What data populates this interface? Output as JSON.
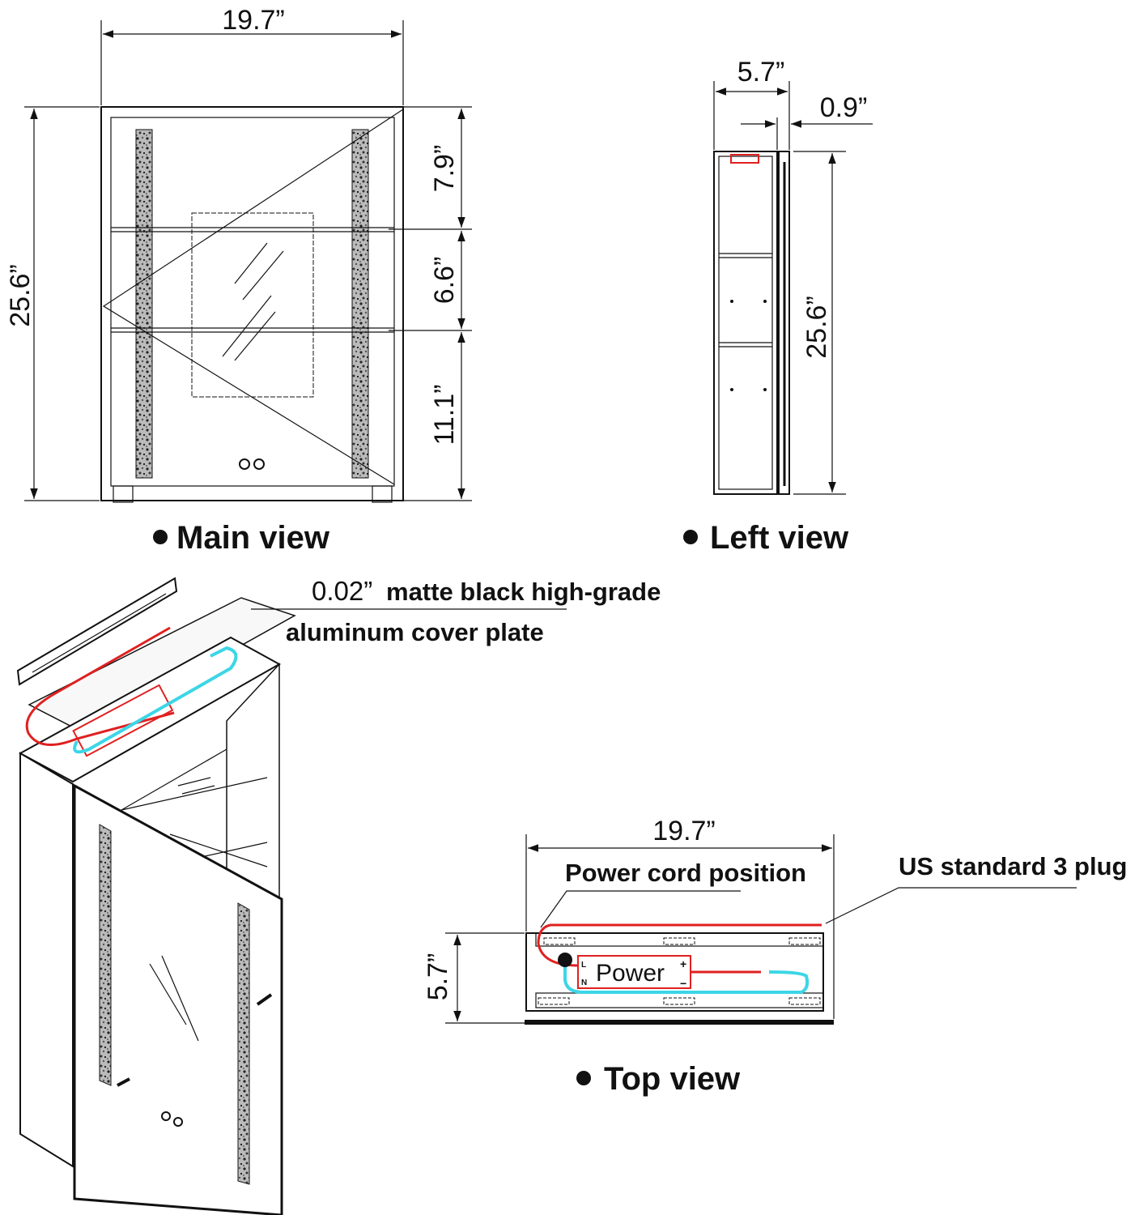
{
  "main_view": {
    "label": "Main view",
    "width_dim": "19.7”",
    "height_dim": "25.6”",
    "section_dims": [
      "7.9”",
      "6.6”",
      "11.1”"
    ]
  },
  "left_view": {
    "label": "Left view",
    "depth_dim": "5.7”",
    "door_dim": "0.9”",
    "height_dim": "25.6”"
  },
  "iso_view": {
    "note_value": "0.02”",
    "note_line1": "matte black high-grade",
    "note_line2": "aluminum cover plate"
  },
  "top_view": {
    "label": "Top view",
    "width_dim": "19.7”",
    "depth_dim": "5.7”",
    "power_cord_label": "Power cord position",
    "plug_label": "US standard 3 plug",
    "power_box": {
      "label": "Power",
      "l": "L",
      "n": "N",
      "plus": "+",
      "minus": "−"
    }
  },
  "colors": {
    "live_wire": "#e02020",
    "led_wire": "#3cd6e6"
  }
}
